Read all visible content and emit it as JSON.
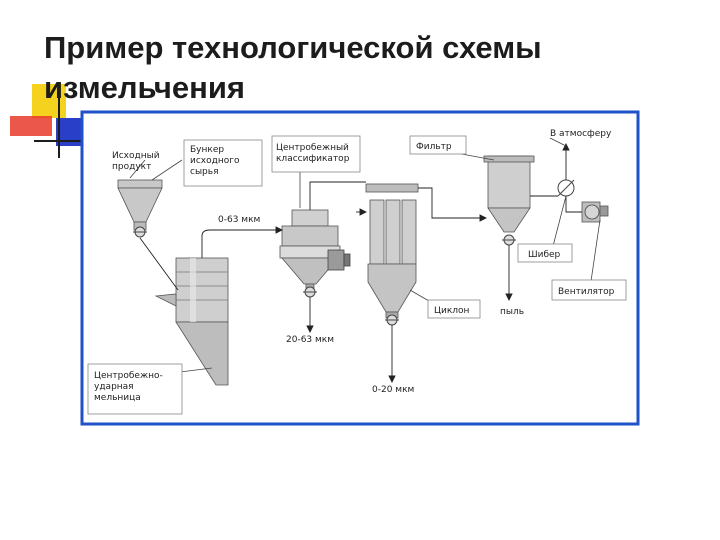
{
  "slide": {
    "title": "Пример технологической схемы измельчения"
  },
  "colors": {
    "frame": "#1f52c8",
    "equipment": "#c8c8c8",
    "equipment_dark": "#8c8c8c",
    "accent_yellow": "#f5d21e",
    "accent_red": "#e83a2a",
    "accent_blue": "#2a3fc8"
  },
  "labels": {
    "source_product": "Исходный продукт",
    "bunker": "Бункер исходного сырья",
    "classifier": "Центробежный классификатор",
    "filter": "Фильтр",
    "to_atmosphere": "В атмосферу",
    "size_0_63": "0-63 мкм",
    "size_20_63": "20-63 мкм",
    "size_0_20": "0-20 мкм",
    "shiber": "Шибер",
    "fan": "Вентилятор",
    "cyclone": "Циклон",
    "dust": "пыль",
    "mill": "Центробежно-ударная мельница"
  }
}
